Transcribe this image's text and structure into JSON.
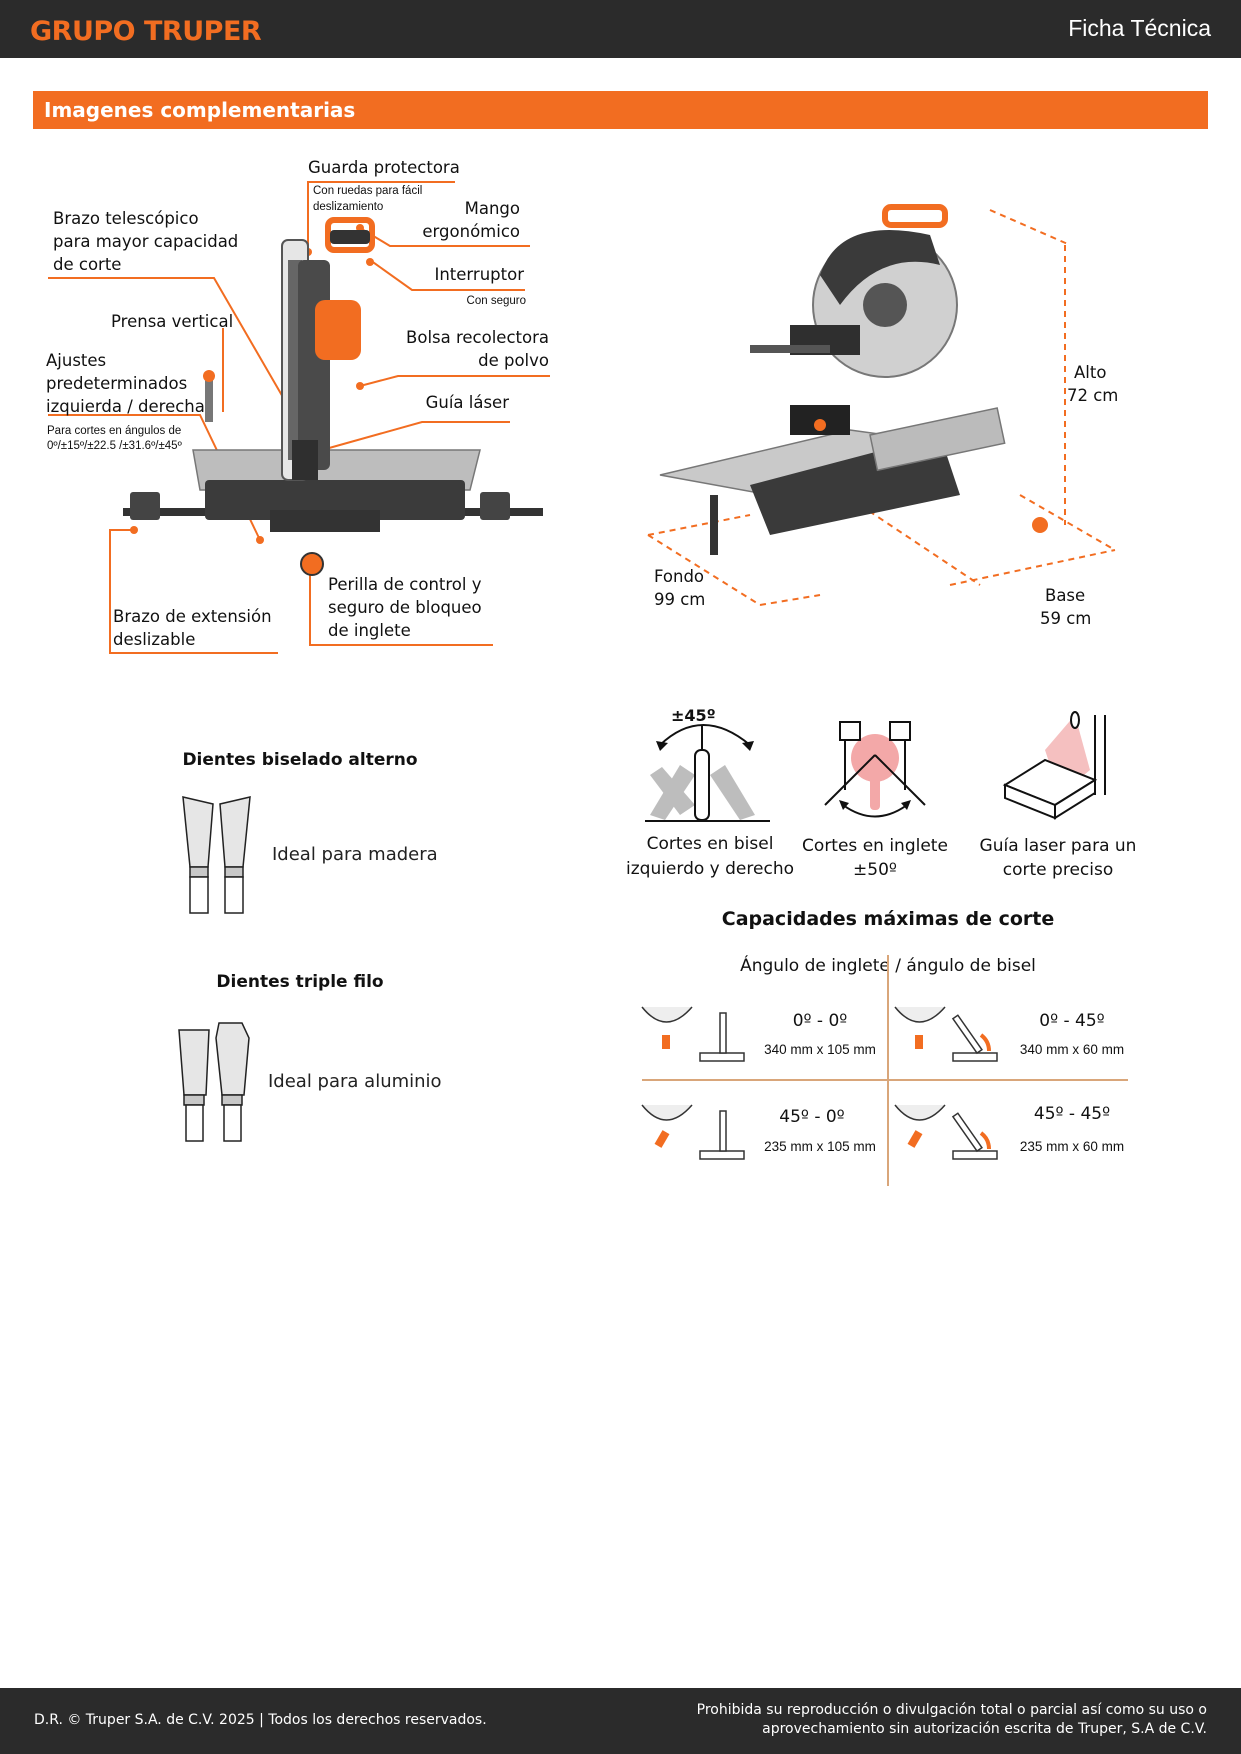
{
  "header": {
    "logo": "GRUPO TRUPER",
    "title": "Ficha Técnica"
  },
  "section": {
    "title": "Imagenes complementarias"
  },
  "callouts": {
    "guarda": "Guarda protectora",
    "guarda_sub1": "Con ruedas para fácil",
    "guarda_sub2": "deslizamiento",
    "mango1": "Mango",
    "mango2": "ergonómico",
    "brazo_tel1": "Brazo telescópico",
    "brazo_tel2": "para mayor capacidad",
    "brazo_tel3": "de corte",
    "interruptor": "Interruptor",
    "interruptor_sub": "Con seguro",
    "prensa": "Prensa vertical",
    "bolsa1": "Bolsa recolectora",
    "bolsa2": "de polvo",
    "ajustes1": "Ajustes",
    "ajustes2": "predeterminados",
    "ajustes3": "izquierda / derecha",
    "ajustes_sub1": "Para cortes en ángulos de",
    "ajustes_sub2": "0º/±15º/±22.5 /±31.6º/±45º",
    "guia": "Guía láser",
    "perilla1": "Perilla de control y",
    "perilla2": "seguro de bloqueo",
    "perilla3": "de inglete",
    "brazo_ext1": "Brazo de extensión",
    "brazo_ext2": "deslizable"
  },
  "dimensions": {
    "alto_label": "Alto",
    "alto_value": "72 cm",
    "fondo_label": "Fondo",
    "fondo_value": "99 cm",
    "base_label": "Base",
    "base_value": "59 cm"
  },
  "features": {
    "bevel_angle": "±45º",
    "bevel1": "Cortes en bisel",
    "bevel2": "izquierdo y derecho",
    "miter1": "Cortes en inglete",
    "miter2": "±50º",
    "laser1": "Guía laser para un",
    "laser2": "corte preciso"
  },
  "teeth": {
    "alt_title": "Dientes biselado alterno",
    "alt_text": "Ideal para madera",
    "triple_title": "Dientes triple filo",
    "triple_text": "Ideal para aluminio"
  },
  "capacities": {
    "title": "Capacidades máximas de corte",
    "subtitle": "Ángulo de inglete / ángulo de bisel",
    "cells": [
      {
        "angle": "0º - 0º",
        "dims": "340 mm x 105 mm"
      },
      {
        "angle": "0º - 45º",
        "dims": "340 mm x 60 mm"
      },
      {
        "angle": "45º - 0º",
        "dims": "235 mm x 105 mm"
      },
      {
        "angle": "45º - 45º",
        "dims": "235 mm x 60 mm"
      }
    ]
  },
  "footer": {
    "left": "D.R. © Truper S.A. de C.V. 2025 | Todos los derechos reservados.",
    "right1": "Prohibida su reproducción o divulgación total o parcial así como su uso o",
    "right2": "aprovechamiento sin autorización escrita de Truper, S.A de C.V."
  },
  "colors": {
    "brand_orange": "#f26d21",
    "dark_bar": "#2b2b2b",
    "divider": "#d9a67a"
  }
}
